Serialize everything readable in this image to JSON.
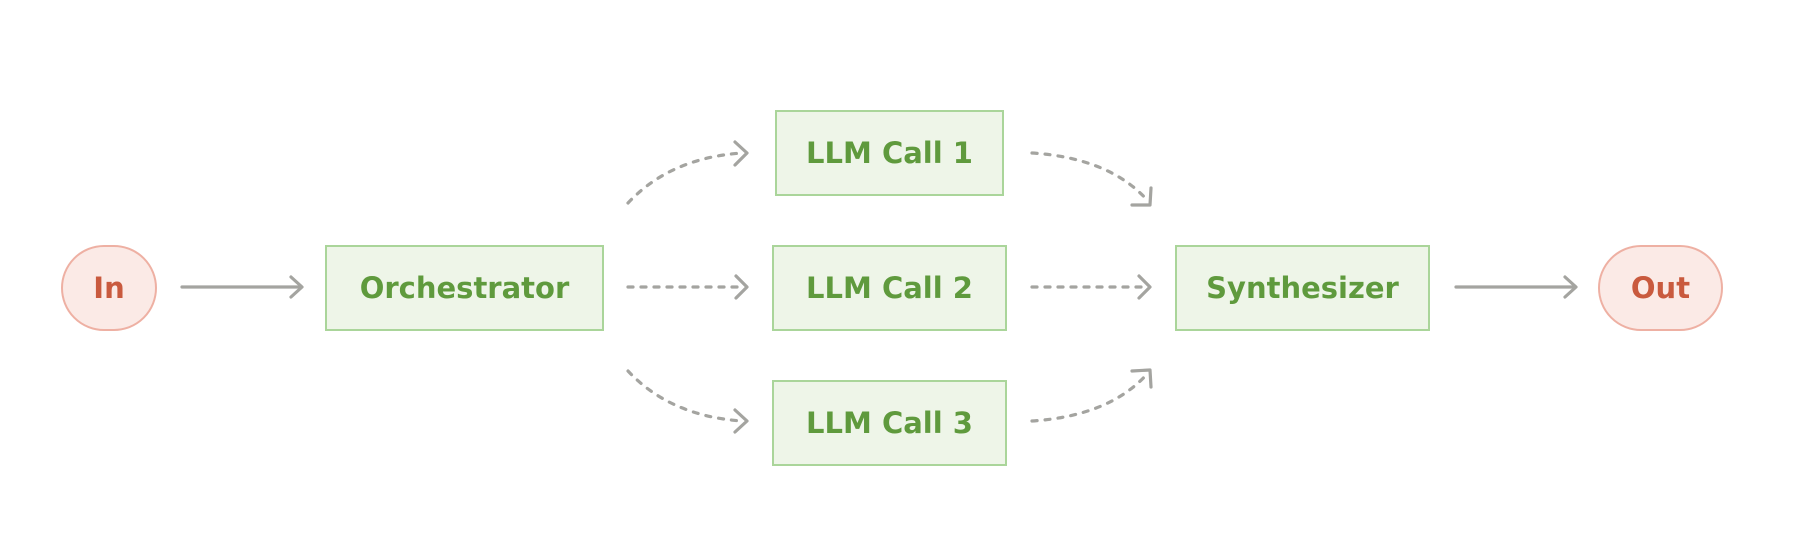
{
  "diagram": {
    "nodes": {
      "input": "In",
      "orchestrator": "Orchestrator",
      "call1": "LLM Call 1",
      "call2": "LLM Call 2",
      "call3": "LLM Call 3",
      "synthesizer": "Synthesizer",
      "output": "Out"
    },
    "colors": {
      "box_fill": "#eef5e8",
      "box_border": "#aad59a",
      "box_text": "#5f9a3d",
      "terminal_fill": "#fbeae6",
      "terminal_border": "#eeb0a3",
      "terminal_text": "#c95a3e",
      "arrow": "#a4a4a0"
    }
  }
}
